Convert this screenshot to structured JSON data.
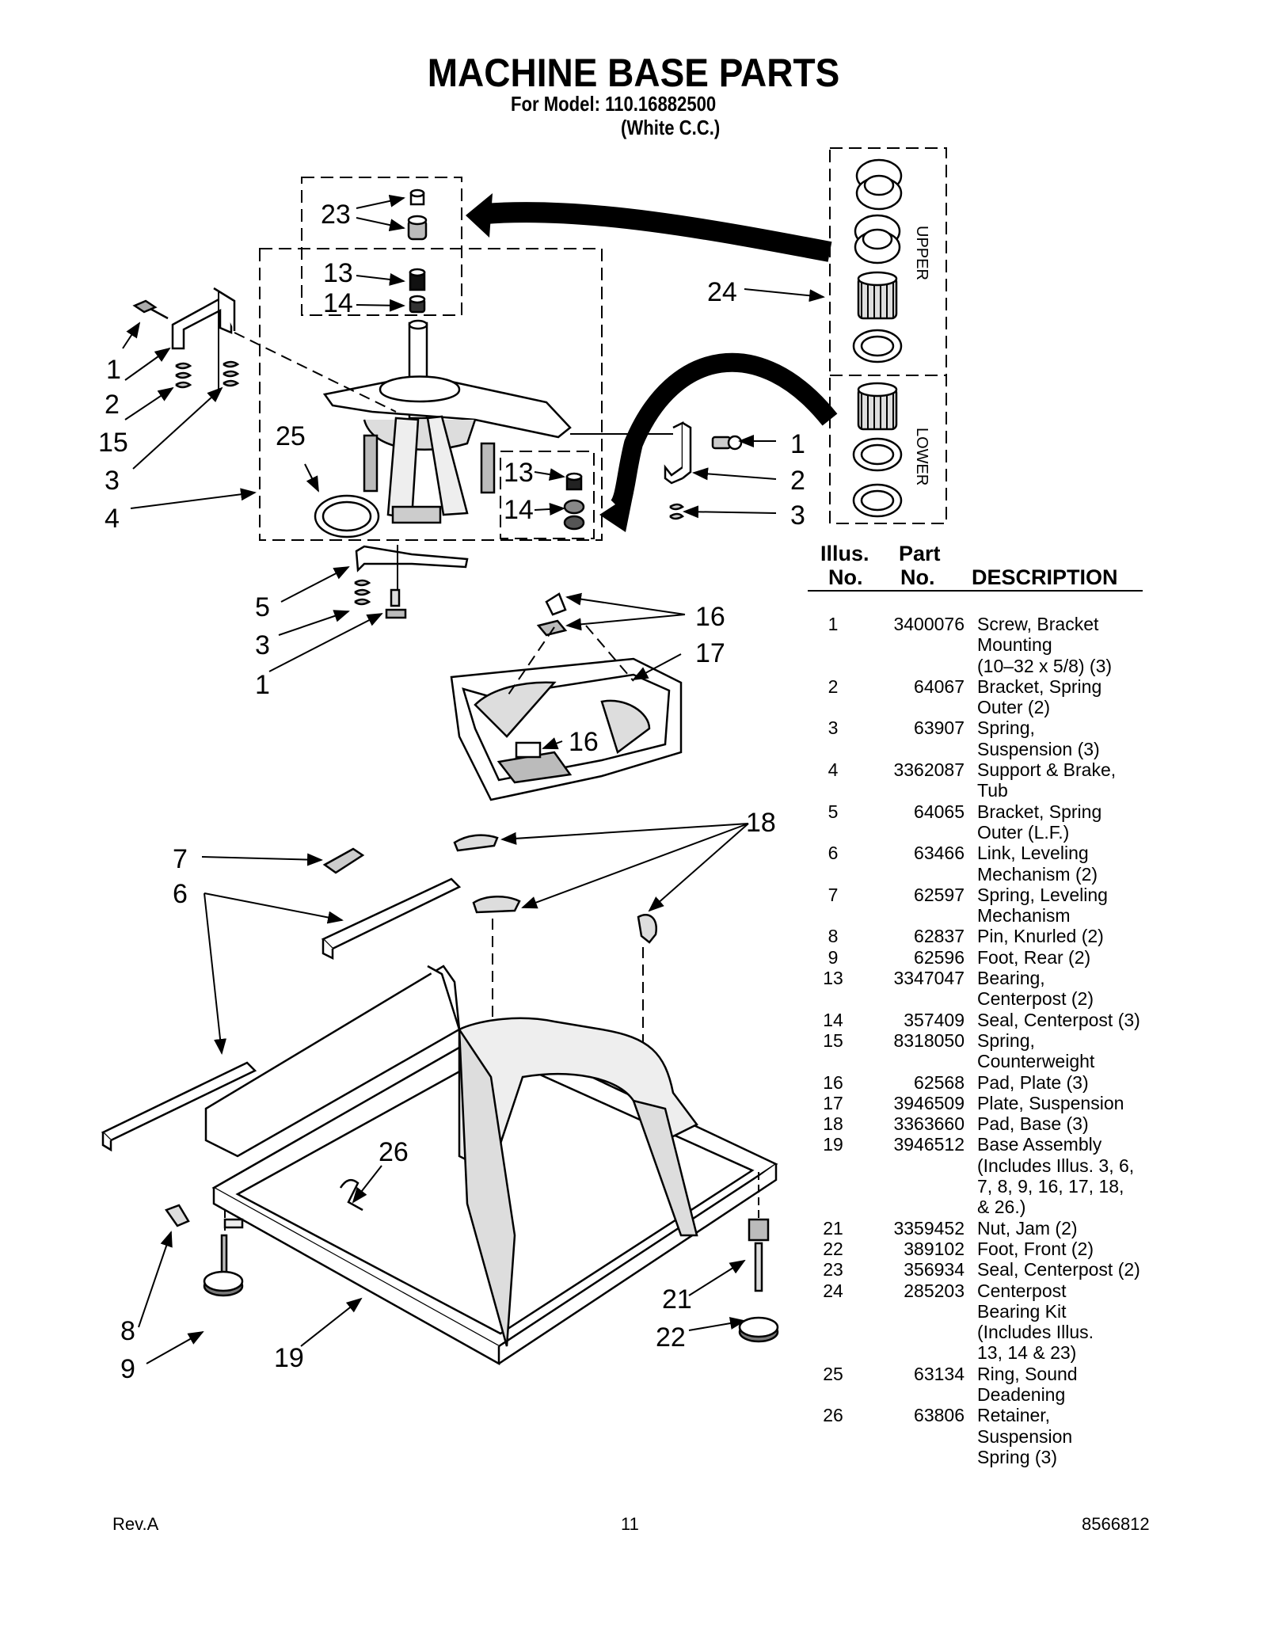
{
  "header": {
    "title": "MACHINE BASE PARTS",
    "model_line": "For Model: 110.16882500",
    "color_line": "(White C.C.)"
  },
  "diagram": {
    "callouts": {
      "c23": "23",
      "c13a": "13",
      "c14a": "14",
      "c24": "24",
      "c1a": "1",
      "c2a": "2",
      "c15": "15",
      "c3a": "3",
      "c4": "4",
      "c25": "25",
      "c13b": "13",
      "c14b": "14",
      "c1b": "1",
      "c2b": "2",
      "c3b": "3",
      "c5": "5",
      "c3c": "3",
      "c1c": "1",
      "c16a": "16",
      "c17": "17",
      "c16b": "16",
      "c18": "18",
      "c7": "7",
      "c6": "6",
      "c26": "26",
      "c8": "8",
      "c9": "9",
      "c19": "19",
      "c21": "21",
      "c22": "22"
    },
    "upper_label": "UPPER",
    "lower_label": "LOWER"
  },
  "table": {
    "headers": {
      "illus_1": "Illus.",
      "illus_2": "No.",
      "part_1": "Part",
      "part_2": "No.",
      "description": "DESCRIPTION"
    },
    "rows": [
      {
        "illus": "1",
        "part": "3400076",
        "desc": "Screw, Bracket\nMounting\n(10–32 x 5/8) (3)"
      },
      {
        "illus": "2",
        "part": "64067",
        "desc": "Bracket, Spring\nOuter (2)"
      },
      {
        "illus": "3",
        "part": "63907",
        "desc": "Spring,\nSuspension (3)"
      },
      {
        "illus": "4",
        "part": "3362087",
        "desc": "Support & Brake,\nTub"
      },
      {
        "illus": "5",
        "part": "64065",
        "desc": "Bracket, Spring\nOuter (L.F.)"
      },
      {
        "illus": "6",
        "part": "63466",
        "desc": "Link, Leveling\nMechanism (2)"
      },
      {
        "illus": "7",
        "part": "62597",
        "desc": "Spring, Leveling\nMechanism"
      },
      {
        "illus": "8",
        "part": "62837",
        "desc": "Pin, Knurled (2)"
      },
      {
        "illus": "9",
        "part": "62596",
        "desc": "Foot, Rear (2)"
      },
      {
        "illus": "13",
        "part": "3347047",
        "desc": "Bearing,\nCenterpost (2)"
      },
      {
        "illus": "14",
        "part": "357409",
        "desc": "Seal, Centerpost (3)"
      },
      {
        "illus": "15",
        "part": "8318050",
        "desc": "Spring,\nCounterweight"
      },
      {
        "illus": "16",
        "part": "62568",
        "desc": "Pad, Plate (3)"
      },
      {
        "illus": "17",
        "part": "3946509",
        "desc": "Plate, Suspension"
      },
      {
        "illus": "18",
        "part": "3363660",
        "desc": "Pad, Base (3)"
      },
      {
        "illus": "19",
        "part": "3946512",
        "desc": "Base Assembly\n(Includes Illus. 3, 6,\n7, 8, 9, 16, 17, 18,\n& 26.)"
      },
      {
        "illus": "21",
        "part": "3359452",
        "desc": "Nut, Jam (2)"
      },
      {
        "illus": "22",
        "part": "389102",
        "desc": "Foot, Front (2)"
      },
      {
        "illus": "23",
        "part": "356934",
        "desc": "Seal, Centerpost (2)"
      },
      {
        "illus": "24",
        "part": "285203",
        "desc": "Centerpost\nBearing Kit\n(Includes Illus.\n13, 14 & 23)"
      },
      {
        "illus": "25",
        "part": "63134",
        "desc": "Ring, Sound\nDeadening"
      },
      {
        "illus": "26",
        "part": "63806",
        "desc": "Retainer,\nSuspension\nSpring (3)"
      }
    ]
  },
  "footer": {
    "revision": "Rev.A",
    "page_number": "11",
    "doc_number": "8566812"
  }
}
